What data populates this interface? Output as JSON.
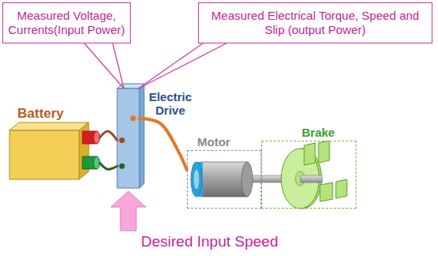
{
  "diagram": {
    "nodes": [
      {
        "text": [
          "Measured Voltage, Currents(Input Power)"
        ]
      },
      {
        "text": [
          "Measured Electrical Torque, Speed and Slip (output Power)"
        ]
      },
      {
        "text": [
          "Battery"
        ]
      },
      {
        "text": [
          "Electric Drive"
        ]
      },
      {
        "text": [
          "Motor"
        ]
      },
      {
        "text": [
          "Brake"
        ]
      }
    ],
    "edges": [
      {
        "from": 0,
        "to": 3,
        "arrow": "none"
      },
      {
        "from": 1,
        "to": 3,
        "arrow": "none"
      },
      {
        "from": 2,
        "to": 3,
        "arrow": "none"
      },
      {
        "from": 2,
        "to": 3,
        "arrow": "none"
      },
      {
        "from": 3,
        "to": 4,
        "arrow": "none"
      }
    ],
    "labels": [
      "Desired Input Speed"
    ]
  }
}
